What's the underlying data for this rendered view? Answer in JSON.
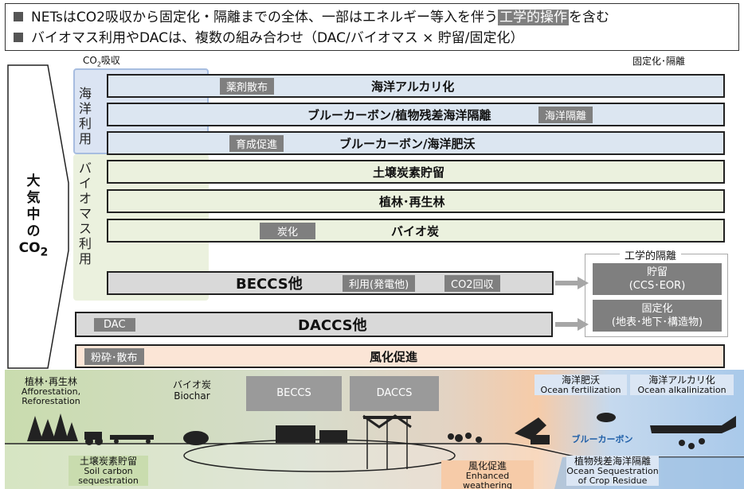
{
  "bullets": [
    {
      "text": "NETsはCO2吸収から固定化・隔離までの全体、一部はエネルギー等入を伴う",
      "highlight": "工学的操作",
      "suffix": "を含む"
    },
    {
      "text": "バイオマス利用やDACは、複数の組み合わせ（DAC/バイオマス × 貯留/固定化）"
    }
  ],
  "axis": {
    "co2_absorb": "CO",
    "co2_absorb_sub": "2",
    "co2_absorb_suffix": "吸収",
    "fixation": "固定化･隔離"
  },
  "atmosphere": {
    "lines": [
      "大",
      "気",
      "中",
      "の"
    ],
    "co2": "CO",
    "co2_sub": "2"
  },
  "zones": {
    "ocean": "海洋利用",
    "biomass": "バイオマス利用"
  },
  "bars": [
    {
      "name": "海洋アルカリ化",
      "tag": "薬剤散布"
    },
    {
      "name": "ブルーカーボン/植物残差海洋隔離",
      "tag": "海洋隔離"
    },
    {
      "name": "ブルーカーボン/海洋肥沃",
      "tag": "育成促進"
    },
    {
      "name": "土壌炭素貯留"
    },
    {
      "name": "植林･再生林"
    },
    {
      "name": "バイオ炭",
      "tag": "炭化"
    },
    {
      "name": "BECCS他",
      "tags": [
        "利用(発電他)",
        "CO2回収"
      ]
    },
    {
      "name": "DACCS他",
      "tag": "DAC"
    },
    {
      "name": "風化促進",
      "tag": "粉砕･散布"
    }
  ],
  "engineering": {
    "title": "工学的隔離",
    "storage": [
      "貯留",
      "(CCS･EOR)"
    ],
    "fixation": [
      "固定化",
      "(地表･地下･構造物)"
    ]
  },
  "scene": {
    "afforestation": {
      "jp": "植林･再生林",
      "en": [
        "Afforestation,",
        "Reforestation"
      ]
    },
    "biochar": {
      "jp": "バイオ炭",
      "en": "Biochar"
    },
    "beccs": "BECCS",
    "daccs": "DACCS",
    "ocean_fert": {
      "jp": "海洋肥沃",
      "en": "Ocean  fertilization"
    },
    "ocean_alk": {
      "jp": "海洋アルカリ化",
      "en": "Ocean alkalinization"
    },
    "soil": {
      "jp": "土壌炭素貯留",
      "en": [
        "Soil carbon",
        "sequestration"
      ]
    },
    "weathering": {
      "jp": "風化促進",
      "en": "Enhanced weathering"
    },
    "bluecarbon": "ブルーカーボン",
    "residue": {
      "jp": "植物残差海洋隔離",
      "en": [
        "Ocean Sequestration",
        "of Crop Residue"
      ]
    }
  },
  "colors": {
    "ocean": "#dbe4f3",
    "biomass": "#ebf1de",
    "grey": "#d9d9d9",
    "peach": "#fbe5d6",
    "tag": "#7f7f7f"
  }
}
